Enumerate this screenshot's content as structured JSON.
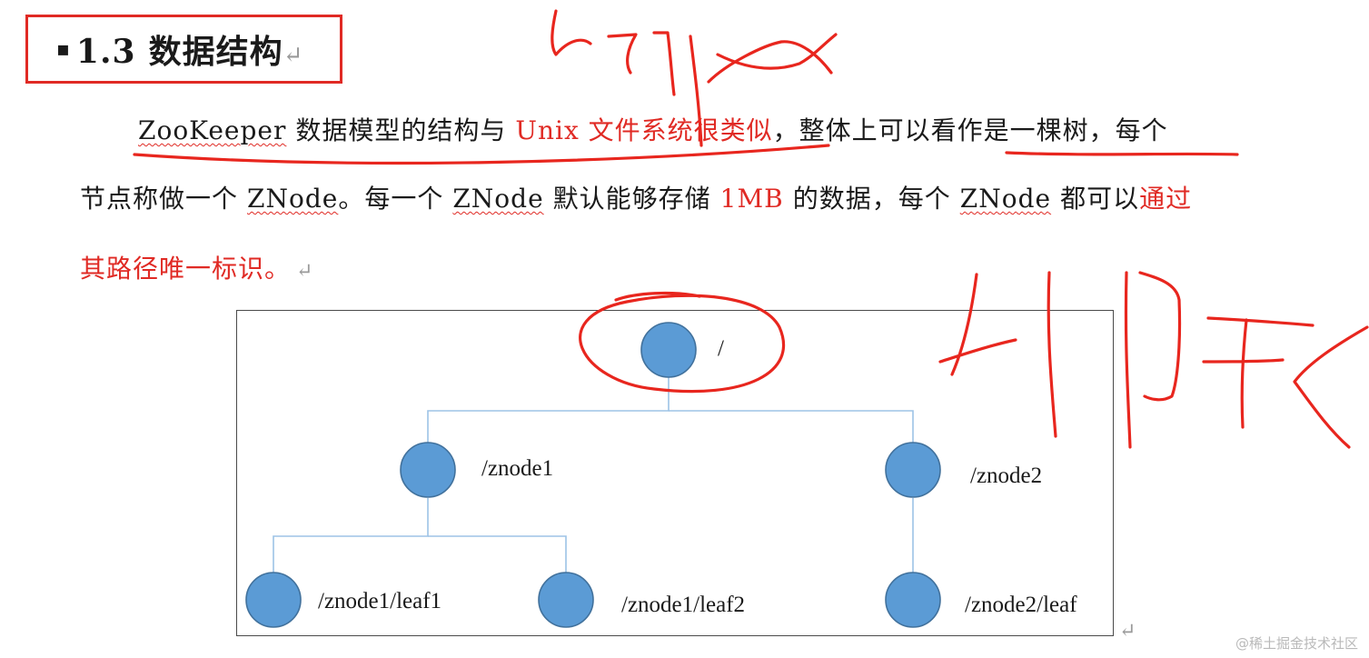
{
  "section": {
    "bullet": "▪",
    "number": "1.3",
    "title": "数据结构",
    "para_mark": "↵"
  },
  "paragraph": {
    "line1": {
      "a": "ZooKeeper",
      "b": "数据模型的结构与",
      "c": "Unix 文件系统很类似",
      "d": "，整体上可以看作是一棵树，每个"
    },
    "line2": {
      "a": "节点称做一个",
      "b": "ZNode",
      "c": "。每一个",
      "d": "ZNode",
      "e": "默认能够存储",
      "f": "1MB",
      "g": "的数据，每个",
      "h": "ZNode",
      "i": "都可以",
      "j": "通过"
    },
    "line3": {
      "a": "其路径唯一标识。",
      "b": "↵"
    }
  },
  "diagram": {
    "node_color": "#5b9bd5",
    "node_stroke": "#41719c",
    "edge_color": "#9dc3e6",
    "nodes": [
      {
        "id": "root",
        "label": "/"
      },
      {
        "id": "znode1",
        "label": "/znode1"
      },
      {
        "id": "znode2",
        "label": "/znode2"
      },
      {
        "id": "leaf1",
        "label": "/znode1/leaf1"
      },
      {
        "id": "leaf2",
        "label": "/znode1/leaf2"
      },
      {
        "id": "leaf3",
        "label": "/znode2/leaf"
      }
    ],
    "end_mark": "↵"
  },
  "colors": {
    "accent_red": "#e02a24"
  },
  "watermark": "@稀土掘金技术社区"
}
